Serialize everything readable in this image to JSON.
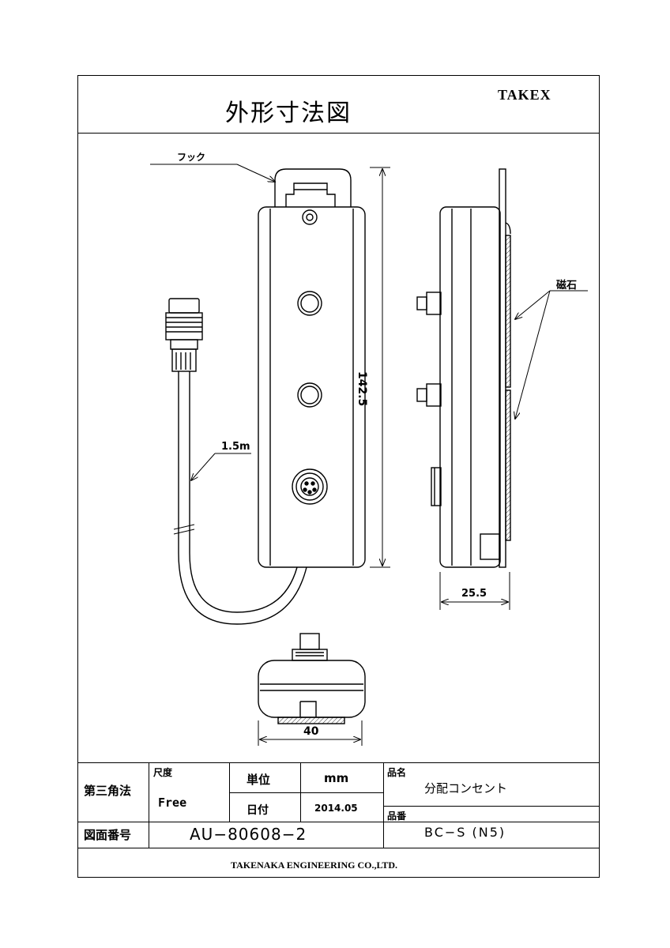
{
  "header": {
    "title": "外形寸法図",
    "brand": "TAKEX"
  },
  "drawing": {
    "hook_label": "フック",
    "cable_length_label": "1.5m",
    "height_dimension": "142.5",
    "magnet_label": "磁石",
    "depth_dimension": "25.5",
    "width_dimension": "40"
  },
  "title_block": {
    "projection": "第三角法",
    "scale_label": "尺度",
    "scale_value": "Free",
    "unit_label": "単位",
    "unit_value": "mm",
    "date_label": "日付",
    "date_value": "2014.05",
    "product_name_label": "品名",
    "product_name_value": "分配コンセント",
    "drawing_number_label": "図面番号",
    "drawing_number_value": "AU−80608−2",
    "part_number_label": "品番",
    "part_number_value": "BC−S (N5)",
    "company": "TAKENAKA ENGINEERING CO.,LTD."
  }
}
